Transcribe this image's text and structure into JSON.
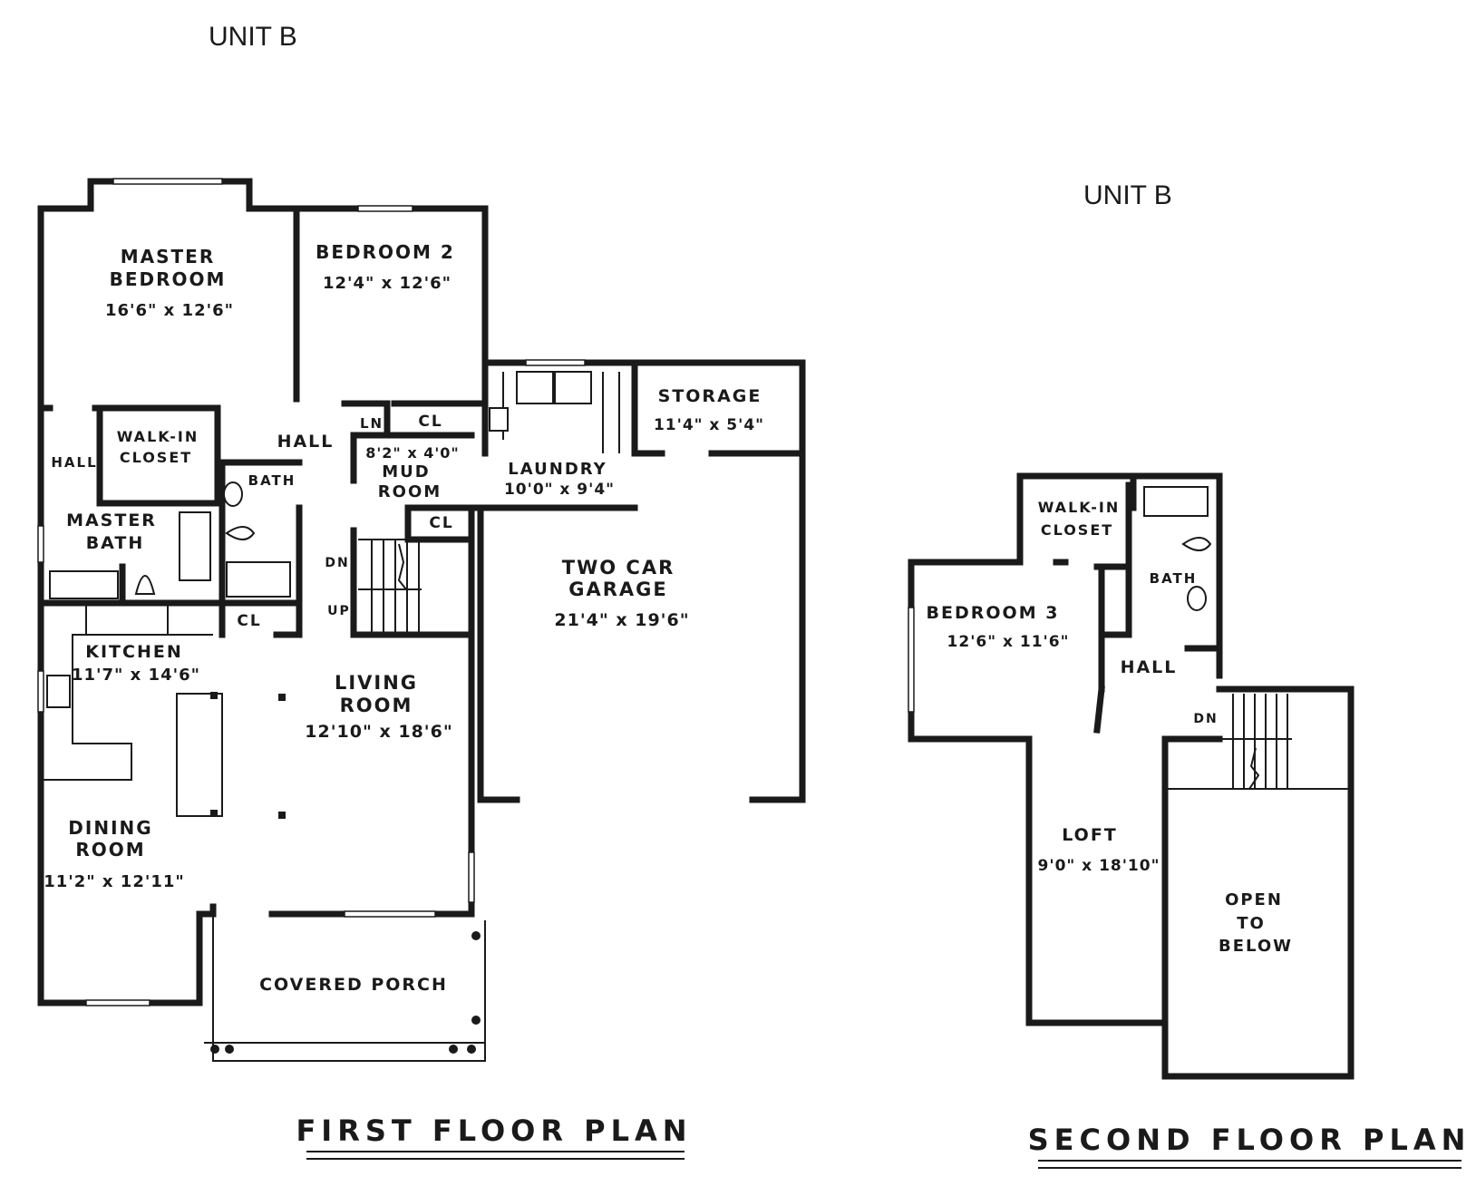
{
  "unit_label_first": "UNIT B",
  "unit_label_second": "UNIT B",
  "first_floor": {
    "title": "FIRST FLOOR PLAN",
    "rooms": {
      "master_bedroom": {
        "name1": "MASTER",
        "name2": "BEDROOM",
        "dim": "16'6\" x 12'6\""
      },
      "bedroom2": {
        "name": "BEDROOM 2",
        "dim": "12'4\" x 12'6\""
      },
      "walk_in_closet": {
        "name1": "WALK-IN",
        "name2": "CLOSET"
      },
      "hall_left": "HALL",
      "hall_center": "HALL",
      "ln": "LN",
      "cl_top": "CL",
      "mud_room": {
        "dim": "8'2\" x 4'0\"",
        "name1": "MUD",
        "name2": "ROOM"
      },
      "bath": "BATH",
      "master_bath": {
        "name1": "MASTER",
        "name2": "BATH"
      },
      "cl_mid": "CL",
      "cl_low": "CL",
      "dn": "DN",
      "up": "UP",
      "storage": {
        "name": "STORAGE",
        "dim": "11'4\" x 5'4\""
      },
      "laundry": {
        "name": "LAUNDRY",
        "dim": "10'0\" x 9'4\""
      },
      "garage": {
        "name1": "TWO CAR",
        "name2": "GARAGE",
        "dim": "21'4\" x 19'6\""
      },
      "kitchen": {
        "name": "KITCHEN",
        "dim": "11'7\" x 14'6\""
      },
      "living_room": {
        "name1": "LIVING",
        "name2": "ROOM",
        "dim": "12'10\" x 18'6\""
      },
      "dining_room": {
        "name1": "DINING",
        "name2": "ROOM",
        "dim": "11'2\" x 12'11\""
      },
      "covered_porch": "COVERED PORCH"
    }
  },
  "second_floor": {
    "title": "SECOND FLOOR PLAN",
    "rooms": {
      "walk_in_closet": {
        "name1": "WALK-IN",
        "name2": "CLOSET"
      },
      "bath": "BATH",
      "bedroom3": {
        "name": "BEDROOM 3",
        "dim": "12'6\" x 11'6\""
      },
      "hall": "HALL",
      "dn": "DN",
      "loft": {
        "name": "LOFT",
        "dim": "9'0\" x 18'10\""
      },
      "open_to_below": {
        "line1": "OPEN",
        "line2": "TO",
        "line3": "BELOW"
      }
    }
  }
}
